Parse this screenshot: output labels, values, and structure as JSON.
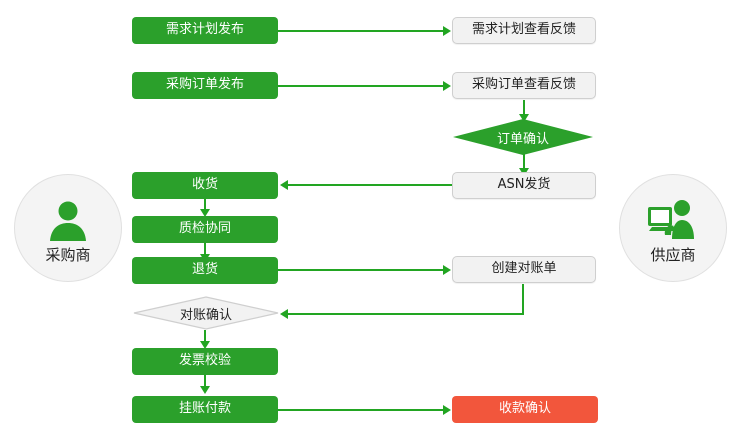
{
  "actors": {
    "left": {
      "label": "采购商",
      "icon": "person-icon",
      "color": "#2ba02b"
    },
    "right": {
      "label": "供应商",
      "icon": "person-computer-icon",
      "color": "#2ba02b"
    }
  },
  "colors": {
    "green": "#2ba02b",
    "line": "#22a522",
    "orange": "#f2563c",
    "plain_bg": "#f2f2f2",
    "plain_border": "#cfcfcf",
    "circle_bg": "#f4f4f4"
  },
  "nodes": {
    "demand_plan_publish": {
      "label": "需求计划发布",
      "style": "green"
    },
    "demand_plan_feedback": {
      "label": "需求计划查看反馈",
      "style": "plain"
    },
    "po_publish": {
      "label": "采购订单发布",
      "style": "green"
    },
    "po_feedback": {
      "label": "采购订单查看反馈",
      "style": "plain"
    },
    "order_confirm": {
      "label": "订单确认",
      "style": "diamond-green"
    },
    "asn_ship": {
      "label": "ASN发货",
      "style": "plain"
    },
    "receive_goods": {
      "label": "收货",
      "style": "green"
    },
    "quality_collab": {
      "label": "质检协同",
      "style": "green"
    },
    "return_goods": {
      "label": "退货",
      "style": "green"
    },
    "create_statement": {
      "label": "创建对账单",
      "style": "plain"
    },
    "statement_confirm": {
      "label": "对账确认",
      "style": "diamond-light"
    },
    "invoice_check": {
      "label": "发票校验",
      "style": "green"
    },
    "payable_payment": {
      "label": "挂账付款",
      "style": "green"
    },
    "receipt_confirm": {
      "label": "收款确认",
      "style": "orange"
    }
  }
}
